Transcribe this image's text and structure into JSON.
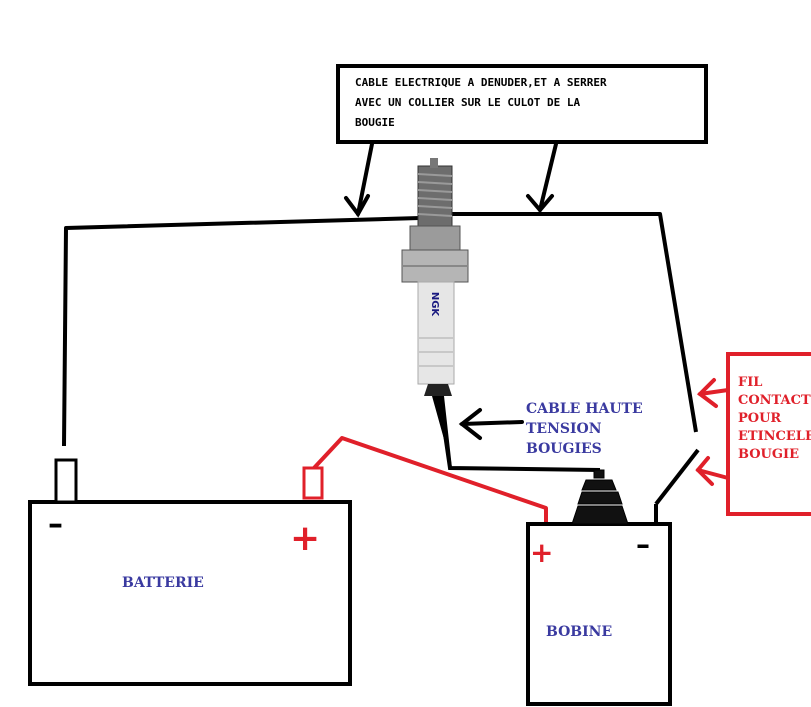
{
  "callout_top": {
    "lines": [
      "CABLE ELECTRIQUE A DENUDER,ET A SERRER",
      "AVEC UN COLLIER SUR LE CULOT DE LA",
      "BOUGIE"
    ]
  },
  "callout_ht": {
    "lines": [
      "CABLE HAUTE",
      "TENSION",
      "BOUGIES"
    ]
  },
  "callout_contact": {
    "lines": [
      "FIL",
      "CONTACT",
      "POUR",
      "ETINCELER",
      "BOUGIE"
    ]
  },
  "battery": {
    "label": "BATTERIE",
    "minus": "–",
    "plus": "+"
  },
  "coil": {
    "label": "BOBINE",
    "minus": "–",
    "plus": "+"
  },
  "spark_plug": {
    "brand": "NGK"
  },
  "colors": {
    "ink": "#000000",
    "blue_text": "#3a3aa0",
    "red": "#e0202a"
  }
}
